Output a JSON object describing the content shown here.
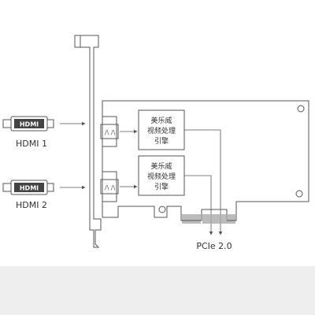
{
  "inputs": [
    {
      "label": "HDMI 1",
      "plug_text": "HDMI"
    },
    {
      "label": "HDMI 2",
      "plug_text": "HDMI"
    }
  ],
  "engines": [
    {
      "lines": [
        "美乐威",
        "视频处理",
        "引擎"
      ]
    },
    {
      "lines": [
        "美乐威",
        "视频处理",
        "引擎"
      ]
    }
  ],
  "bus_label": "PCIe 2.0",
  "colors": {
    "stroke": "#555555",
    "background": "#ffffff",
    "band": "#eeeeee",
    "text": "#333333"
  }
}
